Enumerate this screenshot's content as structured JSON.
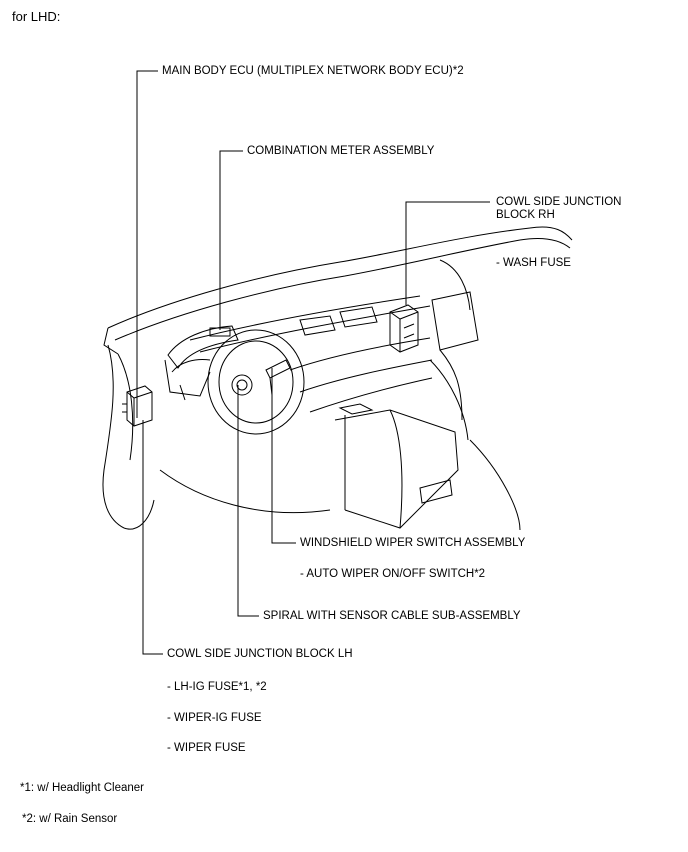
{
  "header": {
    "title": "for LHD:"
  },
  "labels": {
    "main_body_ecu": "MAIN BODY ECU (MULTIPLEX NETWORK BODY ECU)*2",
    "combination_meter": "COMBINATION METER ASSEMBLY",
    "cowl_rh_line1": "COWL SIDE JUNCTION",
    "cowl_rh_line2": "BLOCK RH",
    "wash_fuse": "- WASH FUSE",
    "windshield_wiper_switch": "WINDSHIELD WIPER SWITCH ASSEMBLY",
    "auto_wiper_switch": "- AUTO WIPER ON/OFF SWITCH*2",
    "spiral_cable": "SPIRAL WITH SENSOR CABLE SUB-ASSEMBLY",
    "cowl_lh": "COWL SIDE JUNCTION BLOCK LH",
    "lh_ig_fuse": "- LH-IG FUSE*1, *2",
    "wiper_ig_fuse": "- WIPER-IG FUSE",
    "wiper_fuse": "- WIPER FUSE"
  },
  "footnotes": {
    "note1": "*1: w/ Headlight Cleaner",
    "note2": "*2: w/ Rain Sensor"
  }
}
